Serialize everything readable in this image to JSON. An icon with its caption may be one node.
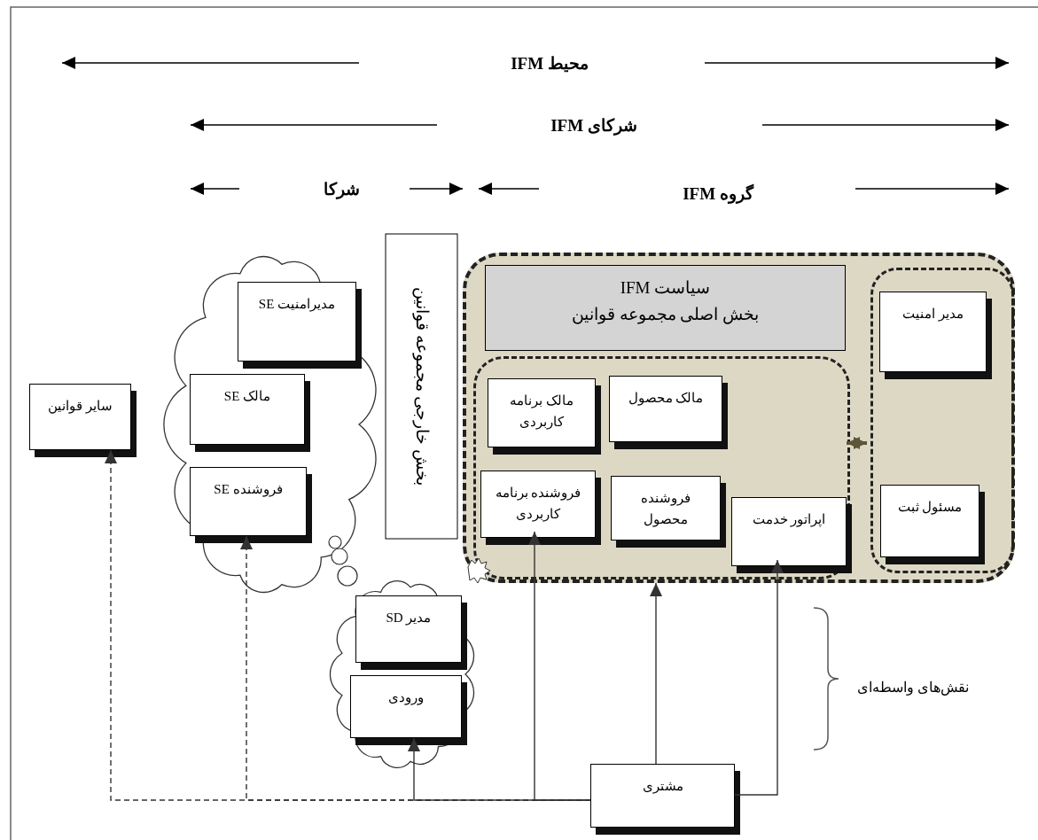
{
  "diagram": {
    "nodes": [
      {
        "text": [],
        "shape": "cloud"
      },
      {
        "text": [
          "مدیرامنیت SE"
        ],
        "in": 0
      },
      {
        "text": [
          "مالک SE"
        ],
        "in": 0
      },
      {
        "text": [
          "فروشنده SE"
        ],
        "in": 0
      },
      {
        "text": [
          "سایر قوانین"
        ]
      },
      {
        "text": [
          "بخش خارجی مجموعه قوانین"
        ]
      },
      {
        "text": [],
        "shape": "box"
      },
      {
        "text": [
          "سیاست IFM",
          "بخش اصلی مجموعه قوانین"
        ],
        "in": 6
      },
      {
        "text": [],
        "shape": "box",
        "in": 6
      },
      {
        "text": [
          "مالک برنامه کاربردی"
        ],
        "in": 8
      },
      {
        "text": [
          "مالک محصول"
        ],
        "in": 8
      },
      {
        "text": [
          "فروشنده برنامه کاربردی"
        ],
        "in": 8
      },
      {
        "text": [
          "فروشنده محصول"
        ],
        "in": 8
      },
      {
        "text": [
          "اپراتور خدمت"
        ],
        "in": 8
      },
      {
        "text": [],
        "shape": "box",
        "in": 6
      },
      {
        "text": [
          "مدیر امنیت"
        ],
        "in": 14
      },
      {
        "text": [
          "مسئول ثبت"
        ],
        "in": 14
      },
      {
        "text": [],
        "shape": "cloud"
      },
      {
        "text": [
          "مدیر SD"
        ],
        "in": 17
      },
      {
        "text": [
          "ورودی"
        ],
        "in": 17
      },
      {
        "text": [
          "مشتری"
        ]
      }
    ],
    "edges": [
      {
        "from": 20,
        "to": 4,
        "arrow": "to",
        "style": "dashed"
      },
      {
        "from": 20,
        "to": 3,
        "arrow": "to",
        "style": "dashed"
      },
      {
        "from": 20,
        "to": 19,
        "arrow": "to"
      },
      {
        "from": 20,
        "to": 11,
        "arrow": "to"
      },
      {
        "from": 20,
        "to": 6,
        "arrow": "to"
      },
      {
        "from": 20,
        "to": 13,
        "arrow": "to"
      },
      {
        "from": 8,
        "to": 14,
        "arrow": "both",
        "style": "thick",
        "color": "#5c5738"
      }
    ],
    "labels": [
      "محیط IFM",
      "شرکای IFM",
      "شرکا",
      "گروه IFM",
      "نقش‌های واسطه‌ای"
    ]
  }
}
